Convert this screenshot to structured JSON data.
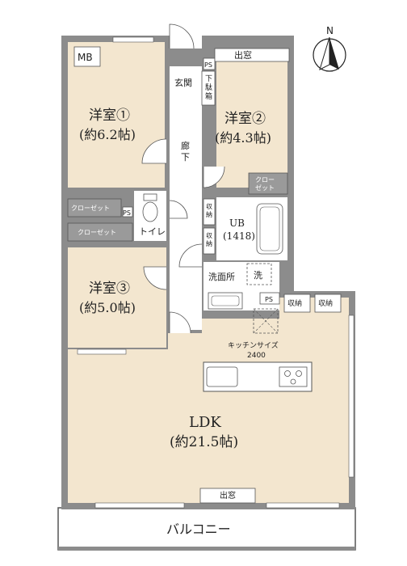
{
  "colors": {
    "room": "#f3e6cf",
    "wall": "#8c8c8c",
    "closet": "#9a9a9a",
    "corridor": "#ffffff",
    "line": "#333333",
    "balcony": "#ffffff"
  },
  "compass": {
    "north_label": "N",
    "icon": "north-arrow-icon"
  },
  "rooms": {
    "room1": {
      "name": "洋室①",
      "size": "(約6.2帖)"
    },
    "room2": {
      "name": "洋室②",
      "size": "(約4.3帖)"
    },
    "room3": {
      "name": "洋室③",
      "size": "(約5.0帖)"
    },
    "ldk": {
      "name": "LDK",
      "size": "(約21.5帖)"
    }
  },
  "labels": {
    "mb": "MB",
    "ps_top": "PS",
    "demado_top": "出窓",
    "genkan": "玄関",
    "geta_bako": "下駄箱",
    "rouka_1": "廊",
    "rouka_2": "下",
    "closet_r2_1": "クロー",
    "closet_r2_2": "ゼット",
    "closet_a": "クローゼット",
    "closet_b": "クローゼット",
    "ps_left": "PS",
    "toilet": "トイレ",
    "shuunou_1": "収納",
    "shuunou_2": "収納",
    "ub": "UB",
    "ub_size": "(1418)",
    "senmenjo": "洗面所",
    "sentaku": "洗",
    "ps_kitchen": "PS",
    "shuunou_3": "収納",
    "shuunou_4": "収納",
    "kitchen_size_label": "キッチンサイズ",
    "kitchen_size_value": "2400",
    "demado_bottom": "出窓",
    "balcony": "バルコニー"
  }
}
